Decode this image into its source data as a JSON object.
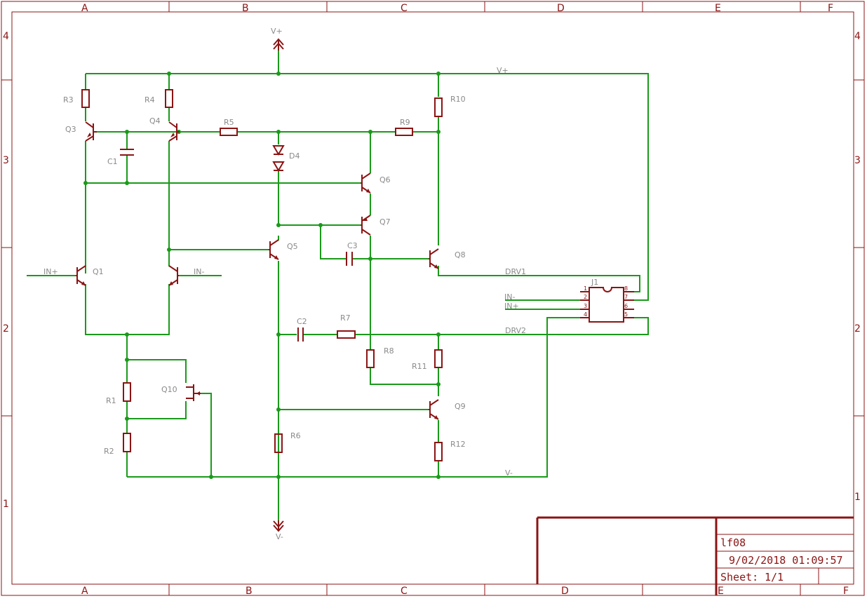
{
  "frame": {
    "columns": [
      "A",
      "B",
      "C",
      "D",
      "E",
      "F"
    ],
    "rows": [
      "4",
      "3",
      "2",
      "1"
    ]
  },
  "title_block": {
    "name": "lf08",
    "datetime": "9/02/2018 01:09:57",
    "sheet_label": "Sheet:",
    "sheet_value": "1/1"
  },
  "parts": {
    "transistors": [
      "Q1",
      "Q3",
      "Q4",
      "Q5",
      "Q6",
      "Q7",
      "Q8",
      "Q9",
      "Q10"
    ],
    "resistors": [
      "R1",
      "R2",
      "R3",
      "R4",
      "R5",
      "R6",
      "R7",
      "R8",
      "R9",
      "R10",
      "R11",
      "R12"
    ],
    "capacitors": [
      "C1",
      "C2",
      "C3"
    ],
    "diode": "D4",
    "connector": "J1"
  },
  "nets": {
    "vplus_supply": "V+",
    "vminus_supply": "V-",
    "vplus_rail": "V+",
    "vminus_rail": "V-",
    "in_plus": "IN+",
    "in_minus": "IN-",
    "drv1": "DRV1",
    "drv2": "DRV2",
    "j1_in_minus": "IN-",
    "j1_in_plus": "IN+"
  },
  "connector_pins": [
    "1",
    "2",
    "3",
    "4",
    "5",
    "6",
    "7",
    "8"
  ],
  "colors": {
    "wire": "#1a9a1a",
    "symbol": "#8b1414",
    "label": "#8a8a8a",
    "background": "#ffffff"
  }
}
